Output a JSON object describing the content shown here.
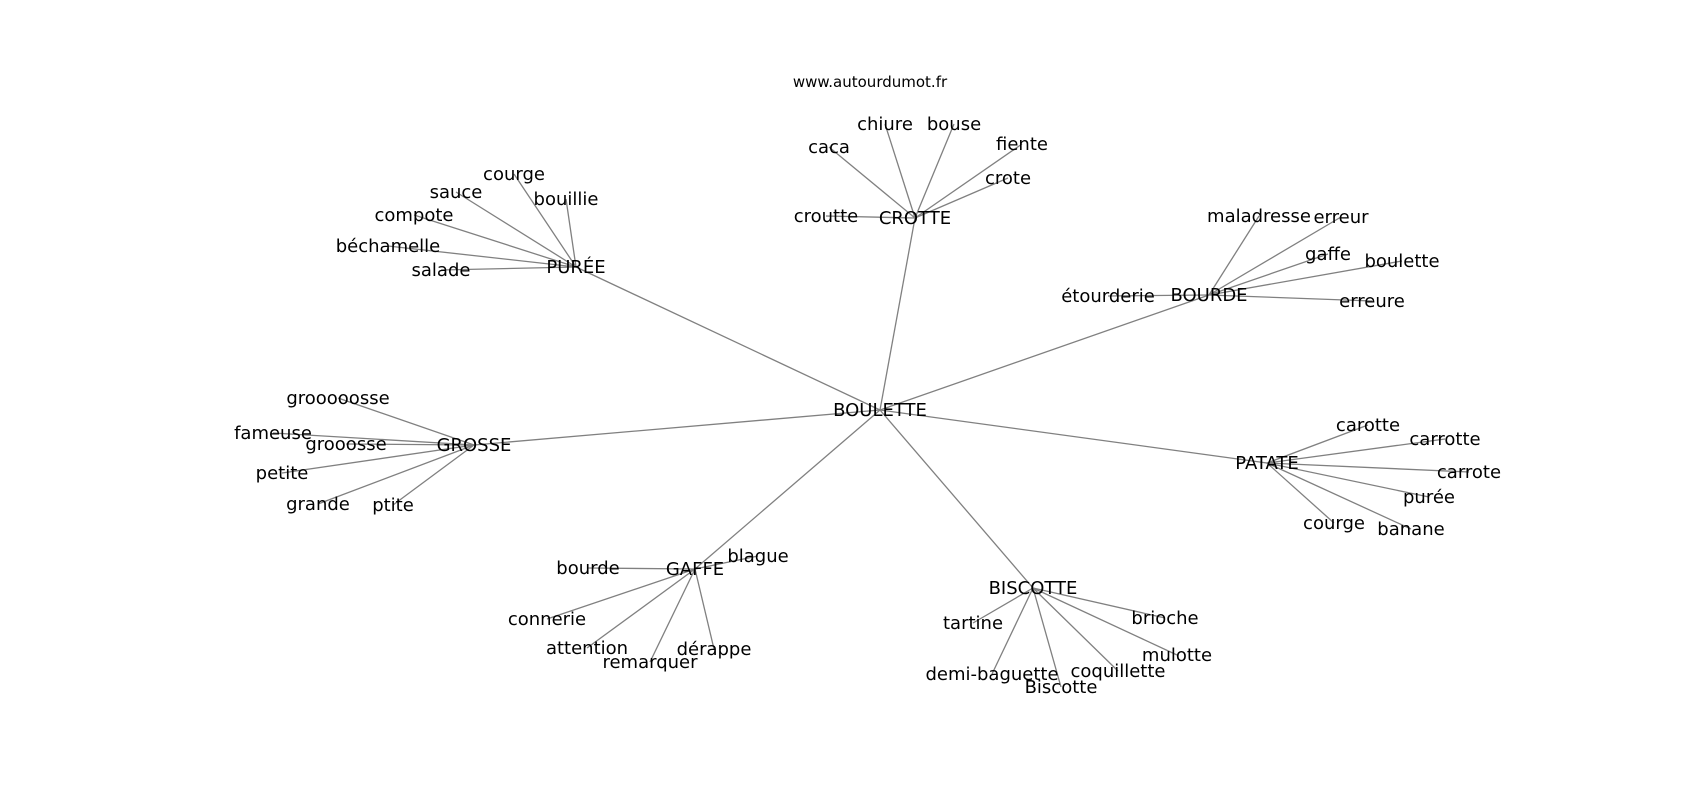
{
  "header": {
    "site": "www.autourdumot.fr"
  },
  "graph": {
    "center": "BOULETTE",
    "hubs": [
      {
        "label": "CROTTE",
        "leaves": [
          "chiure",
          "bouse",
          "caca",
          "fiente",
          "crote",
          "croutte"
        ]
      },
      {
        "label": "PURÉE",
        "leaves": [
          "courge",
          "sauce",
          "bouillie",
          "compote",
          "béchamelle",
          "salade"
        ]
      },
      {
        "label": "BOURDE",
        "leaves": [
          "maladresse",
          "erreur",
          "gaffe",
          "boulette",
          "étourderie",
          "erreure"
        ]
      },
      {
        "label": "GROSSE",
        "leaves": [
          "grooooosse",
          "fameuse",
          "grooosse",
          "petite",
          "grande",
          "ptite"
        ]
      },
      {
        "label": "PATATE",
        "leaves": [
          "carotte",
          "carrotte",
          "carrote",
          "purée",
          "courge",
          "banane"
        ]
      },
      {
        "label": "GAFFE",
        "leaves": [
          "blague",
          "bourde",
          "connerie",
          "attention",
          "dérappe",
          "remarquer"
        ]
      },
      {
        "label": "BISCOTTE",
        "leaves": [
          "tartine",
          "brioche",
          "mulotte",
          "coquillette",
          "demi-baguette",
          "Biscotte"
        ]
      }
    ]
  }
}
